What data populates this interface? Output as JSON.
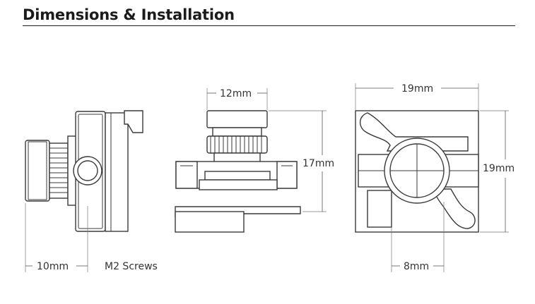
{
  "title": "Dimensions & Installation",
  "labels": {
    "side_depth": "10mm",
    "screws": "M2 Screws",
    "front_lens_width": "12mm",
    "front_height": "17mm",
    "back_width": "19mm",
    "back_height": "19mm",
    "back_hole_spacing": "8mm"
  }
}
